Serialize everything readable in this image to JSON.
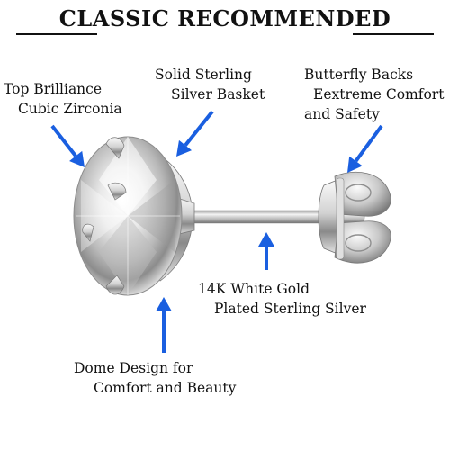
{
  "title": "CLASSIC RECOMMENDED",
  "colors": {
    "arrow": "#1a5fe0",
    "metal_light": "#f2f2f2",
    "metal_dark": "#6f6f6f",
    "text": "#111111"
  },
  "icons": [
    "arrow-icon"
  ],
  "callouts": {
    "top_brilliance": {
      "line1": "Top Brilliance",
      "line2": "Cubic Zirconia"
    },
    "basket": {
      "line1": "Solid Sterling",
      "line2": "Silver Basket"
    },
    "butterfly": {
      "line1": "Butterfly Backs",
      "line2": "Eextreme Comfort",
      "line3": "and Safety"
    },
    "post": {
      "line1": "14K White Gold",
      "line2": "Plated Sterling Silver"
    },
    "dome": {
      "line1": "Dome Design for",
      "line2": "Comfort and Beauty"
    }
  }
}
